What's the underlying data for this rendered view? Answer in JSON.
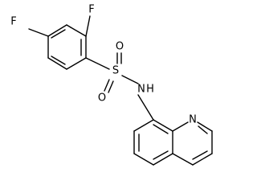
{
  "molecule": {
    "atoms": {
      "f_top": "F",
      "f_left": "F",
      "sulfur": "S",
      "oxygen_top": "O",
      "oxygen_bottom": "O",
      "nitrogen_amide": "N",
      "hydrogen_amide": "H",
      "nitrogen_ring": "N"
    }
  }
}
